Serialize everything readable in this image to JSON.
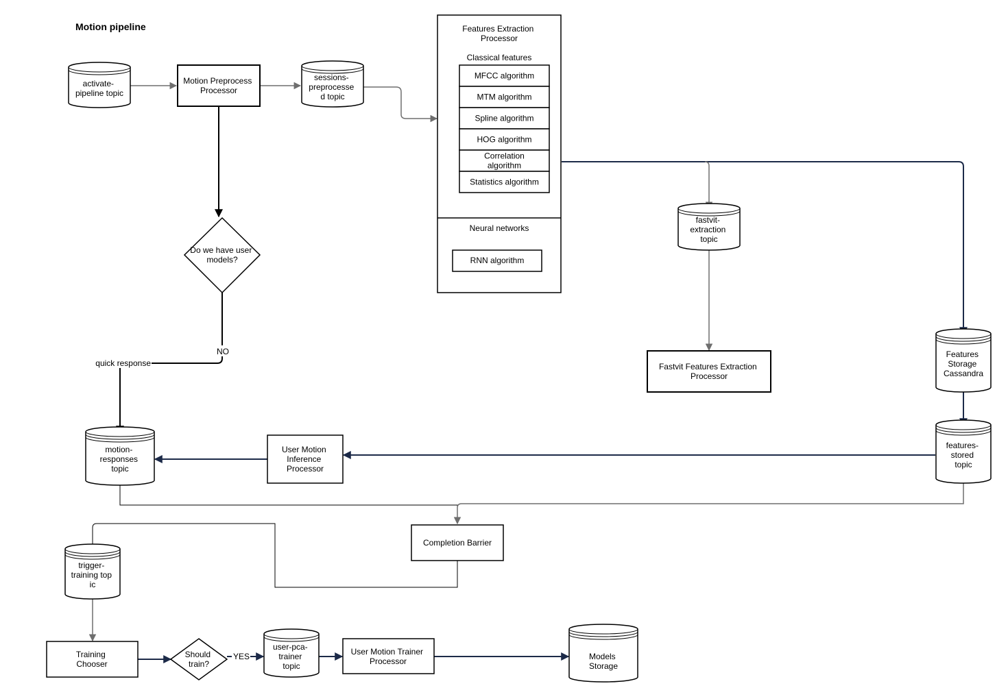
{
  "title": "Motion pipeline",
  "nodes": {
    "activate_topic": [
      "activate-",
      "pipeline topic"
    ],
    "preprocess": [
      "Motion Preprocess",
      "Processor"
    ],
    "sessions_topic": [
      "sessions-",
      "preprocesse",
      "d topic"
    ],
    "features_processor": [
      "Features Extraction",
      "Processor"
    ],
    "classical_label": "Classical features",
    "algorithms": [
      [
        "MFCC algorithm"
      ],
      [
        "MTM algorithm"
      ],
      [
        "Spline algorithm"
      ],
      [
        "HOG algorithm"
      ],
      [
        "Correlation",
        "algorithm"
      ],
      [
        "Statistics algorithm"
      ]
    ],
    "neural_label": "Neural networks",
    "rnn": "RNN algorithm",
    "decision_models": [
      "Do we have user",
      "models?"
    ],
    "fastvit_topic": [
      "fastvit-",
      "extraction",
      "topic"
    ],
    "fastvit_processor": [
      "Fastvit Features Extraction",
      "Processor"
    ],
    "features_storage": [
      "Features",
      "Storage",
      "Cassandra"
    ],
    "features_stored_topic": [
      "features-",
      "stored",
      "topic"
    ],
    "inference": [
      "User Motion",
      "Inference",
      "Processor"
    ],
    "responses_topic": [
      "motion-",
      "responses",
      "topic"
    ],
    "completion": [
      "Completion Barrier"
    ],
    "trigger_topic": [
      "trigger-",
      "training top",
      "ic"
    ],
    "chooser": [
      "Training",
      "Chooser"
    ],
    "decision_train": [
      "Should",
      "train?"
    ],
    "pca_topic": [
      "user-pca-",
      "trainer",
      "topic"
    ],
    "trainer": [
      "User Motion Trainer",
      "Processor"
    ],
    "models_storage": [
      "Models",
      "Storage"
    ]
  },
  "edge_labels": {
    "no": "NO",
    "quick_response": "quick response",
    "yes": "YES"
  }
}
